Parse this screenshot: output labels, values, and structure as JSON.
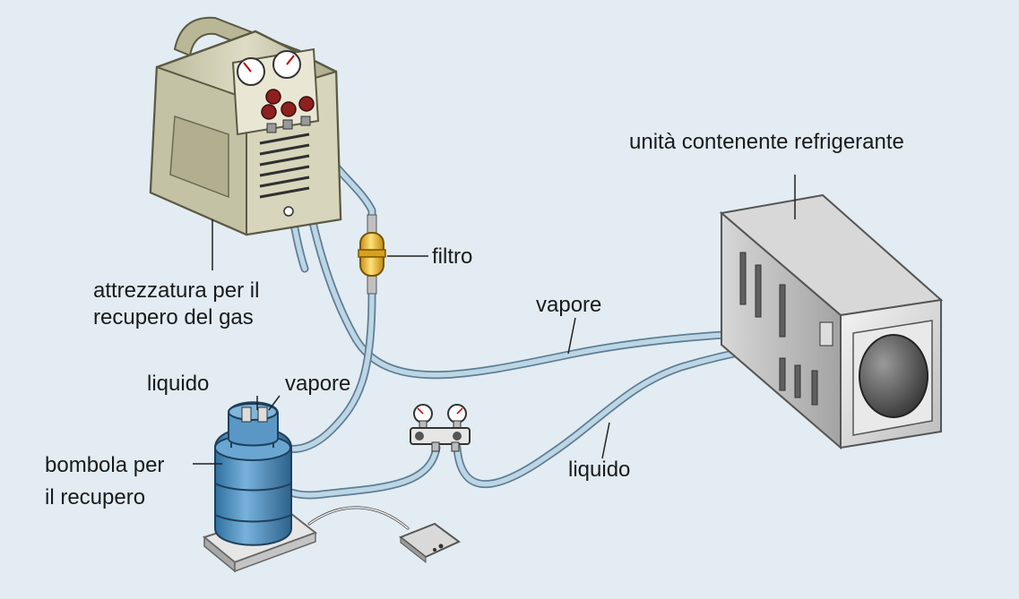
{
  "labels": {
    "recovery_unit": [
      "attrezzatura per il",
      "recupero del gas"
    ],
    "filter": "filtro",
    "vapor_hose": "vapore",
    "refrigerant_unit": "unità contenente refrigerante",
    "cylinder_liquid": "liquido",
    "cylinder_vapor": "vapore",
    "cylinder": [
      "bombola per",
      "il recupero"
    ],
    "liquid_hose": "liquido"
  },
  "colors": {
    "background": "#e2ecf2",
    "hose": "#bcd6e6",
    "hose_outline": "#5f7d93",
    "cylinder": "#4f8fbf",
    "machine_body": "#cfcdb2",
    "valve_knob": "#8e2020",
    "filter": "#e8b428",
    "cabinet": "#c4c4c4"
  },
  "icons": [
    "recovery-machine-icon",
    "pressure-gauge-icon",
    "filter-icon",
    "recovery-cylinder-icon",
    "weighing-scale-icon",
    "manifold-gauge-icon",
    "refrigerant-unit-icon"
  ]
}
